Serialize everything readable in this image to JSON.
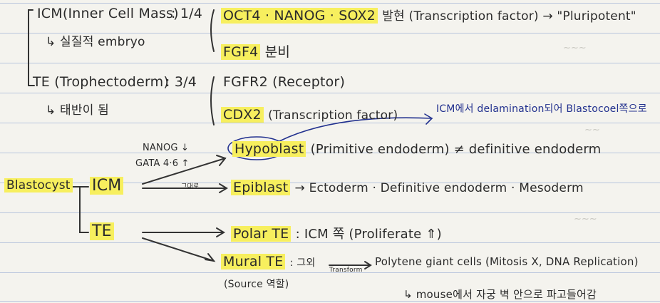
{
  "icm": {
    "label": "ICM(Inner Cell Mass)",
    "ratio": ": 1/4",
    "sub": "↳ 실질적 embryo",
    "genes": "OCT4 · NANOG · SOX2",
    "genes_note": "발현 (Transcription factor) → \"Pluripotent\"",
    "fgf4": "FGF4",
    "fgf4_note": "분비"
  },
  "te": {
    "label": "TE (Trophectoderm)",
    "ratio": ": 3/4",
    "sub": "↳ 태반이 됨",
    "fgfr2": "FGFR2 (Receptor)",
    "cdx2": "CDX2",
    "cdx2_note": "(Transcription factor)"
  },
  "blue_note": "ICM에서 delamination되어 Blastocoel쪽으로",
  "blastocyst": {
    "label": "Blastocyst",
    "icm": "ICM",
    "te": "TE",
    "markers_1": "NANOG ↓",
    "markers_2": "GATA 4·6 ↑",
    "remain": "그대로",
    "hypoblast": "Hypoblast",
    "hypoblast_note": "(Primitive endoderm) ≠ definitive endoderm",
    "epiblast": "Epiblast",
    "epiblast_note": "→ Ectoderm · Definitive endoderm · Mesoderm",
    "polar_te": "Polar TE",
    "polar_note": ": ICM 쪽 (Proliferate ⇑)",
    "mural_te": "Mural TE",
    "mural_after": ": 그외",
    "transform": "Transform",
    "mural_note": "Polytene giant cells (Mitosis X, DNA Replication)",
    "source": "(Source 역할)",
    "mouse_note": "↳ mouse에서 자궁 벽 안으로 파고들어감"
  }
}
